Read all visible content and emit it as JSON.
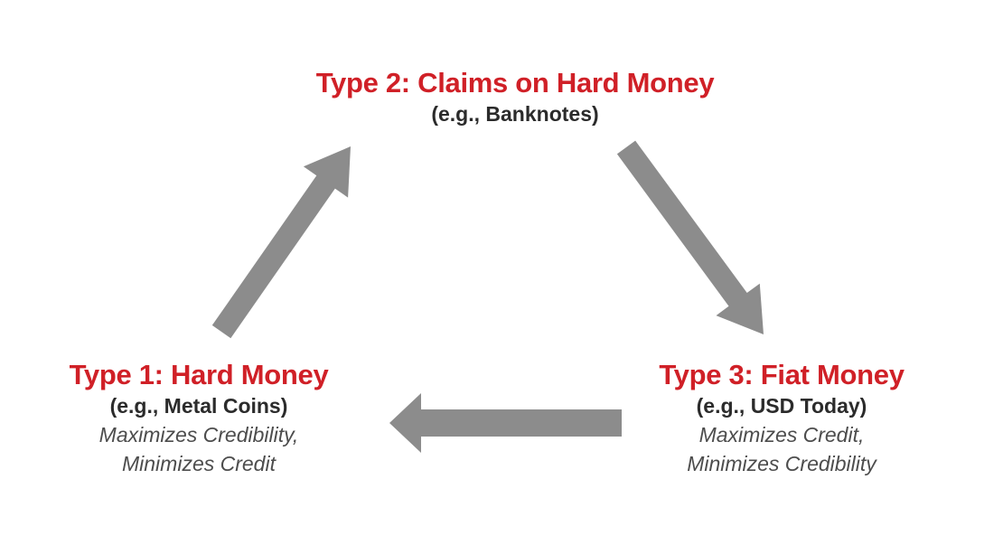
{
  "diagram": {
    "title": "Money cycle diagram",
    "nodes": {
      "type2": {
        "title": "Type 2: Claims on Hard Money",
        "subtitle": "(e.g., Banknotes)"
      },
      "type1": {
        "title": "Type 1: Hard Money",
        "subtitle": "(e.g., Metal Coins)",
        "note_line1": "Maximizes Credibility,",
        "note_line2": "Minimizes Credit"
      },
      "type3": {
        "title": "Type 3: Fiat Money",
        "subtitle": "(e.g., USD Today)",
        "note_line1": "Maximizes Credit,",
        "note_line2": "Minimizes Credibility"
      }
    },
    "arrows": [
      {
        "name": "type1-to-type2",
        "direction": "up-right"
      },
      {
        "name": "type2-to-type3",
        "direction": "down-right"
      },
      {
        "name": "type3-to-type1",
        "direction": "left"
      }
    ],
    "colors": {
      "title_red": "#d02027",
      "subtitle_dark": "#2b2b2b",
      "note_gray": "#4d4d4d",
      "arrow_gray": "#8c8c8c",
      "background": "#ffffff"
    }
  }
}
